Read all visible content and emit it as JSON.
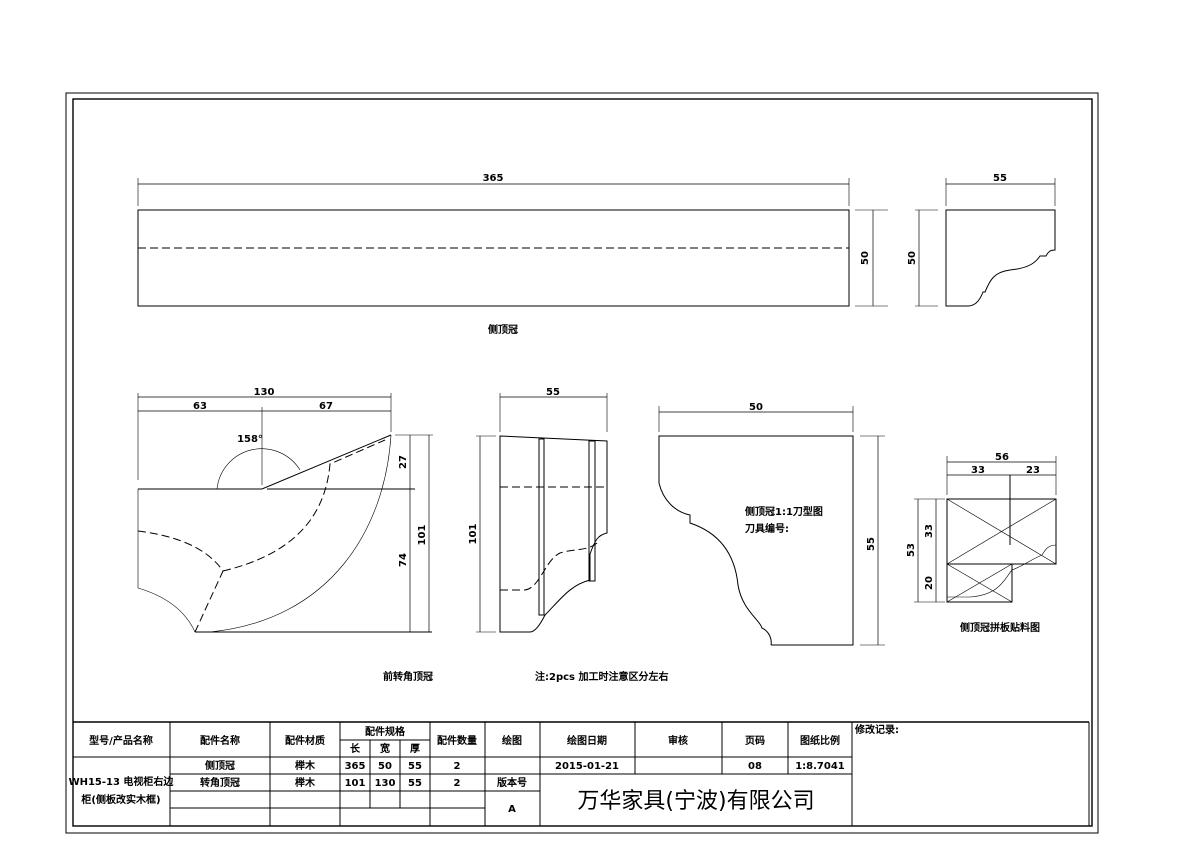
{
  "top_view": {
    "length_dim": "365",
    "height_dim": "50",
    "height_dim2": "50",
    "profile_width_dim": "55",
    "caption": "侧顶冠"
  },
  "corner_view": {
    "total_width_dim": "130",
    "left_dim": "63",
    "right_dim": "67",
    "angle_dim": "158°",
    "upper_height_dim": "27",
    "lower_height_dim": "74",
    "total_height_dim": "101",
    "caption": "前转角顶冠"
  },
  "side_view": {
    "width_dim": "55",
    "height_dim": "101",
    "note": "注:2pcs 加工时注意区分左右"
  },
  "knife_profile": {
    "width_dim": "50",
    "height_dim": "55",
    "title": "侧顶冠1:1刀型图",
    "tool_no_label": "刀具编号:"
  },
  "splice_view": {
    "total_width_dim": "56",
    "left_dim": "33",
    "right_dim": "23",
    "total_height_dim": "53",
    "upper_height_dim": "33",
    "lower_height_dim": "20",
    "caption": "侧顶冠拼板贴料图"
  },
  "title_block": {
    "headers": {
      "model": "型号/产品名称",
      "part_name": "配件名称",
      "material": "配件材质",
      "spec": "配件规格",
      "length": "长",
      "width": "宽",
      "thickness": "厚",
      "qty": "配件数量",
      "drawn": "绘图",
      "date": "绘图日期",
      "review": "审核",
      "page": "页码",
      "scale": "图纸比例",
      "revision": "修改记录:"
    },
    "model": "WH15-13 电视柜右边",
    "model_line2": "柜(侧板改实木框)",
    "rows": [
      {
        "name": "侧顶冠",
        "material": "榉木",
        "length": "365",
        "width": "50",
        "thickness": "55",
        "qty": "2"
      },
      {
        "name": "转角顶冠",
        "material": "榉木",
        "length": "101",
        "width": "130",
        "thickness": "55",
        "qty": "2"
      }
    ],
    "date": "2015-01-21",
    "page": "08",
    "scale": "1:8.7041",
    "version_label": "版本号",
    "version": "A",
    "company": "万华家具(宁波)有限公司"
  }
}
